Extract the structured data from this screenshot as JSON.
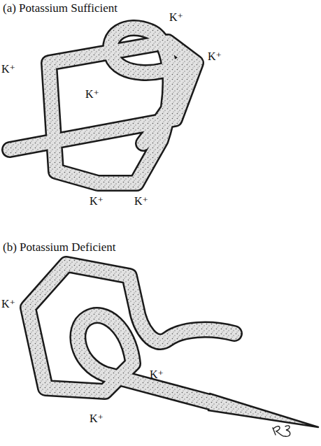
{
  "diagram": {
    "labels": [
      "(a) Potassium Sufficient",
      "K⁺",
      "K⁺",
      "K⁺",
      "K⁺",
      "K⁺",
      "K⁺",
      "(b) Potassium Deficient",
      "K⁺",
      "K⁺",
      "K⁺"
    ]
  }
}
